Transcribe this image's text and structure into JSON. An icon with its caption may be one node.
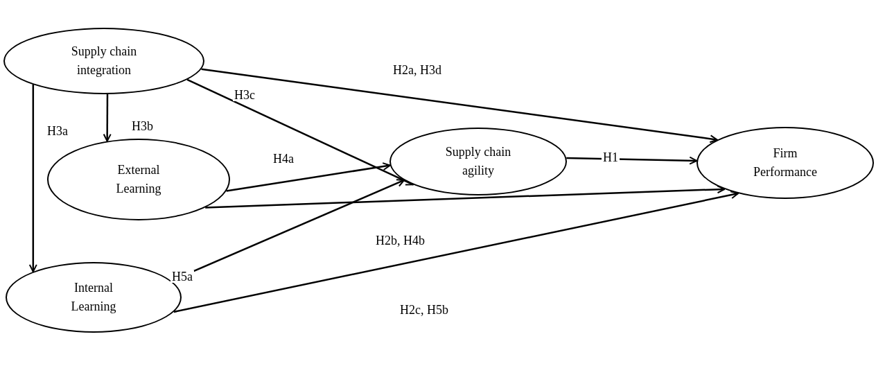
{
  "diagram": {
    "nodes": [
      {
        "text": [
          "Supply chain integration"
        ]
      },
      {
        "text": [
          "External Learning"
        ]
      },
      {
        "text": [
          "Internal Learning"
        ]
      },
      {
        "text": [
          "Supply chain agility"
        ]
      },
      {
        "text": [
          "Firm Performance"
        ]
      }
    ],
    "edges": [
      {
        "from": 0,
        "to": 4,
        "arrow": "to",
        "label": "H2a, H3d"
      },
      {
        "from": 0,
        "to": 3,
        "arrow": "to",
        "label": "H3c"
      },
      {
        "from": 0,
        "to": 1,
        "arrow": "to",
        "label": "H3b"
      },
      {
        "from": 0,
        "to": 2,
        "arrow": "to",
        "label": "H3a"
      },
      {
        "from": 1,
        "to": 3,
        "arrow": "to",
        "label": "H4a"
      },
      {
        "from": 3,
        "to": 4,
        "arrow": "to",
        "label": "H1"
      },
      {
        "from": 1,
        "to": 4,
        "arrow": "to",
        "label": "H2b, H4b"
      },
      {
        "from": 2,
        "to": 3,
        "arrow": "to",
        "label": "H5a"
      },
      {
        "from": 2,
        "to": 4,
        "arrow": "to",
        "label": "H2c, H5b"
      }
    ]
  }
}
